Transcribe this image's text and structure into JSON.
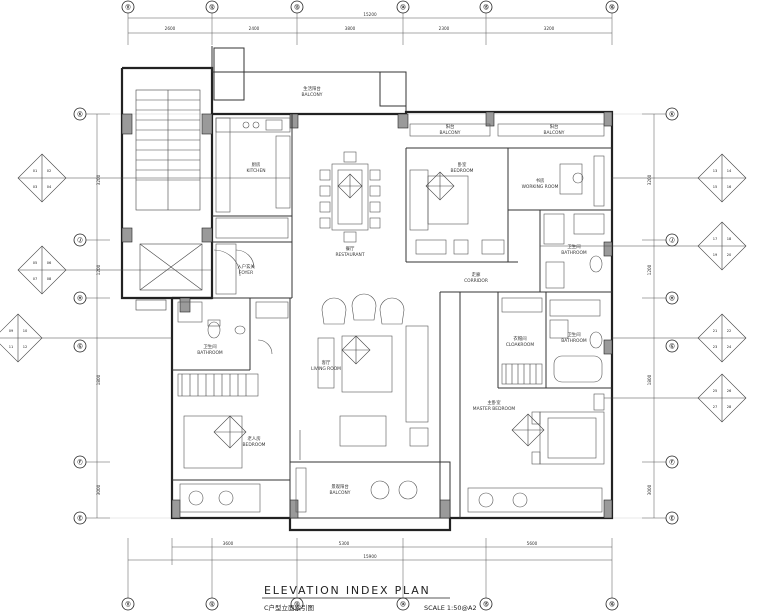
{
  "title": {
    "main": "ELEVATION INDEX PLAN",
    "sub": "C户型立面索引图",
    "scale": "SCALE 1:50@A2"
  },
  "axes_top": [
    "⑪",
    "⑫",
    "⑬",
    "⑭",
    "⑮",
    "⑯"
  ],
  "axes_bottom": [
    "⑪",
    "⑫",
    "⑬",
    "⑭",
    "⑮",
    "⑯"
  ],
  "axes_left": [
    "Ⓚ",
    "Ⓙ",
    "Ⓗ",
    "Ⓖ",
    "Ⓕ",
    "Ⓔ"
  ],
  "axes_right": [
    "Ⓚ",
    "Ⓙ",
    "Ⓗ",
    "Ⓖ",
    "Ⓕ",
    "Ⓔ"
  ],
  "dims_top": {
    "overall": "15200",
    "segments": [
      "2600",
      "2400",
      "3800",
      "2300",
      "3200"
    ]
  },
  "dims_bottom": {
    "overall": "15900",
    "segments": [
      "3600",
      "5300",
      "5600"
    ]
  },
  "dims_left": [
    "3200",
    "1200",
    "1800",
    "3000"
  ],
  "dims_right": [
    "3200",
    "1200",
    "1800",
    "3000"
  ],
  "rooms": {
    "balcony_top": {
      "cn": "生活阳台",
      "en": "BALCONY"
    },
    "balcony_1": {
      "cn": "阳台",
      "en": "BALCONY"
    },
    "balcony_2": {
      "cn": "阳台",
      "en": "BALCONY"
    },
    "kitchen": {
      "cn": "厨房",
      "en": "KITCHEN"
    },
    "bedroom_a": {
      "cn": "卧室",
      "en": "BEDROOM"
    },
    "working_room": {
      "cn": "书房",
      "en": "WORKING ROOM"
    },
    "restaurant": {
      "cn": "餐厅",
      "en": "RESTAURANT"
    },
    "foyer": {
      "cn": "入户玄关",
      "en": "FOYER"
    },
    "bathroom_a": {
      "cn": "卫生间",
      "en": "BATHROOM"
    },
    "corridor": {
      "cn": "走廊",
      "en": "CORRIDOR"
    },
    "bathroom_b": {
      "cn": "卫生间",
      "en": "BATHROOM"
    },
    "cloakroom": {
      "cn": "衣帽间",
      "en": "CLOAKROOM"
    },
    "bathroom_c": {
      "cn": "卫生间",
      "en": "BATHROOM"
    },
    "living_room": {
      "cn": "客厅",
      "en": "LIVING ROOM"
    },
    "bedroom_b": {
      "cn": "老人房",
      "en": "BEDROOM"
    },
    "master_bedroom": {
      "cn": "主卧室",
      "en": "MASTER BEDROOM"
    },
    "balcony_bottom": {
      "cn": "景观阳台",
      "en": "BALCONY"
    }
  },
  "tags": {
    "left_1": [
      "01",
      "02",
      "03",
      "04"
    ],
    "left_2": [
      "05",
      "06",
      "07",
      "08"
    ],
    "left_3": [
      "09",
      "10",
      "11",
      "12"
    ],
    "right_1": [
      "13",
      "14",
      "15",
      "16"
    ],
    "right_2": [
      "17",
      "18",
      "19",
      "20"
    ],
    "right_3": [
      "21",
      "22",
      "23",
      "24"
    ],
    "right_4": [
      "25",
      "26",
      "27",
      "28"
    ]
  }
}
